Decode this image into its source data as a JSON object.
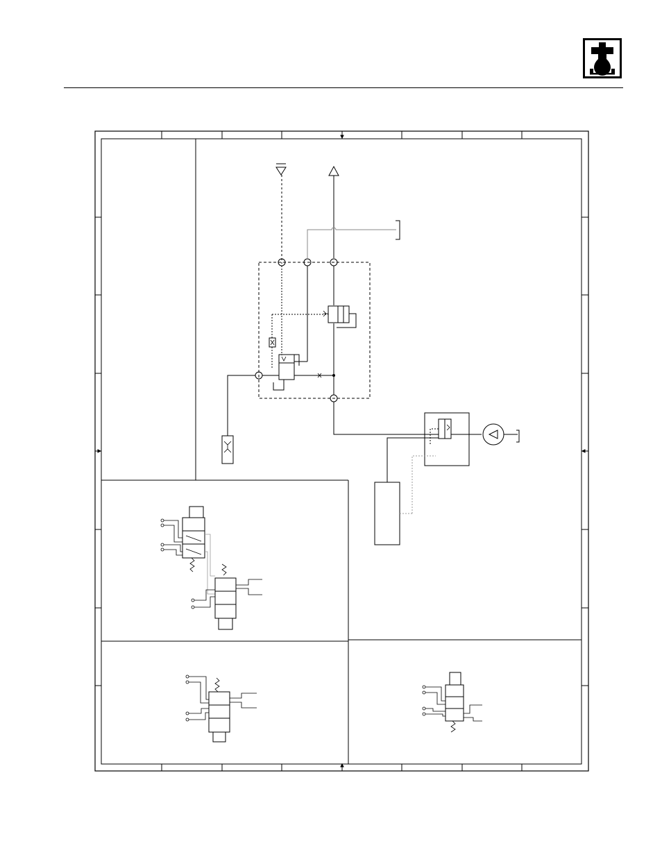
{
  "header": {
    "icon": "hydraulic-oil-icon",
    "rule": true
  },
  "schematic": {
    "border_zones": 8,
    "panels": [
      "main-hydraulic-circuit",
      "solenoid-valve-detail-a",
      "solenoid-valve-detail-b",
      "solenoid-valve-detail-c"
    ],
    "line_color": "#000000",
    "pilot_line_color": "#999999"
  }
}
